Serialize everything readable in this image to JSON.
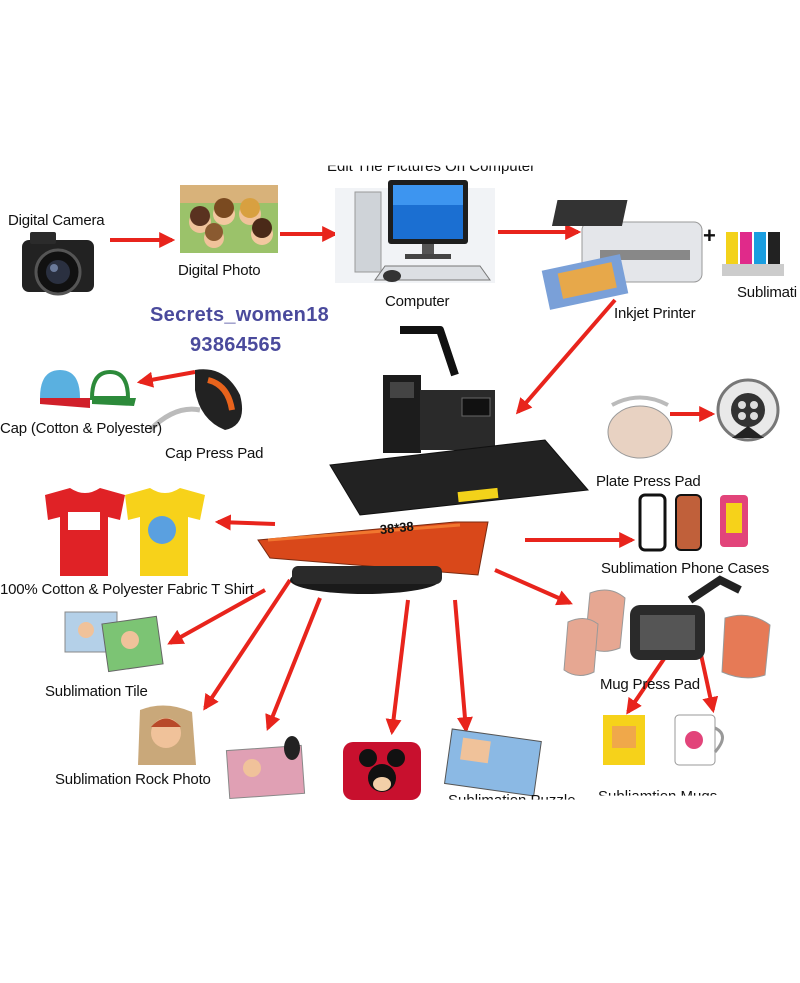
{
  "top_title": "Edit The Pictures On Computer",
  "labels": {
    "digital_camera": "Digital Camera",
    "digital_photo": "Digital Photo",
    "computer": "Computer",
    "inkjet_printer": "Inkjet Printer",
    "sublimation_ink": "Sublimati",
    "cap": "Cap (Cotton & Polyester)",
    "cap_press_pad": "Cap Press Pad",
    "plate_press_pad": "Plate Press Pad",
    "t_shirt": "100% Cotton & Polyester Fabric T Shirt",
    "phone_cases": "Sublimation Phone Cases",
    "tile": "Sublimation Tile",
    "mug_press_pad": "Mug Press Pad",
    "rock_photo": "Sublimation Rock Photo",
    "puzzle": "Sublimation Puzzle",
    "mugs": "Subliamtion Mugs"
  },
  "watermark": {
    "line1": "Secrets_women18",
    "line2": "93864565"
  },
  "platen_size": "38*38",
  "colors": {
    "arrow": "#e8241c",
    "watermark": "#4a4a9c",
    "platen": "#d9481a",
    "machine": "#1c1c1c"
  }
}
